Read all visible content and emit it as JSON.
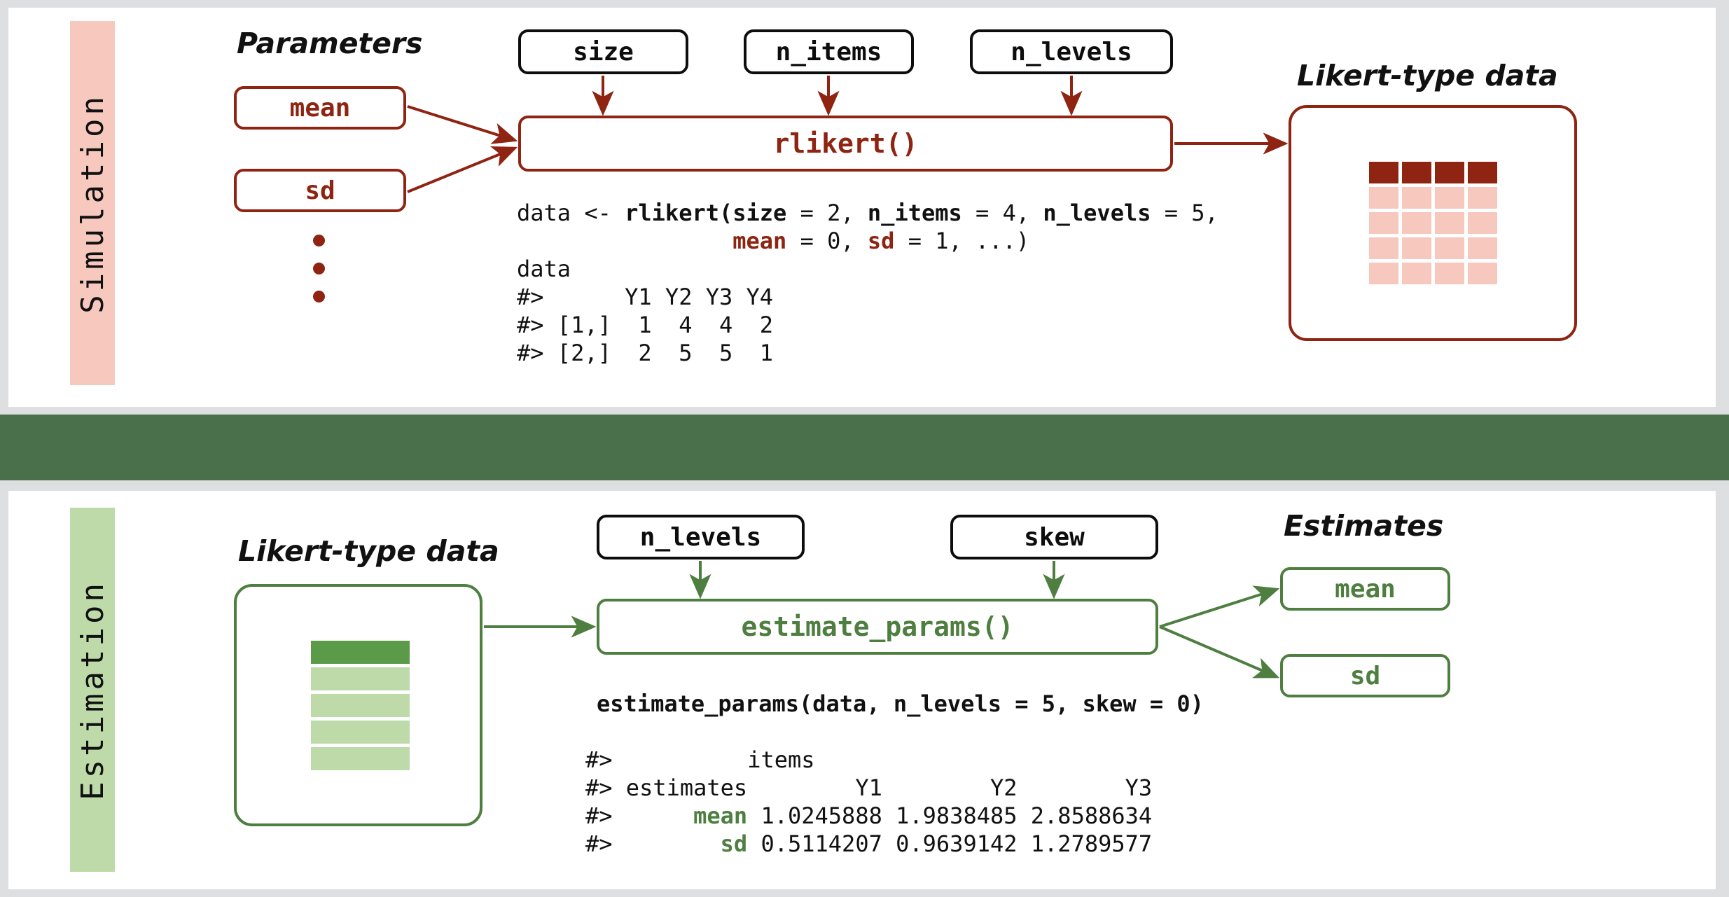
{
  "figure": {
    "title": "rlikert and estimate_params workflow",
    "background_color": "#dedfe1",
    "divider_color": "#49704b"
  },
  "simulation": {
    "sidebar_label": "Simulation",
    "sidebar_color": "#f6c8be",
    "accent_color": "#8e2411",
    "headings": {
      "parameters": "Parameters",
      "likert_data": "Likert-type data"
    },
    "parameter_boxes": [
      {
        "label": "mean"
      },
      {
        "label": "sd"
      }
    ],
    "ellipsis": "three-dots",
    "argument_boxes": [
      {
        "label": "size"
      },
      {
        "label": "n_items"
      },
      {
        "label": "n_levels"
      }
    ],
    "function_box": {
      "label": "rlikert()"
    },
    "code": {
      "line1_a": "data <- ",
      "line1_b": "rlikert(",
      "line1_c": "size",
      "line1_d": " = 2, ",
      "line1_e": "n_items",
      "line1_f": " = 4, ",
      "line1_g": "n_levels",
      "line1_h": " = 5,",
      "line2_indent": "                ",
      "line2_a": "mean",
      "line2_b": " = 0, ",
      "line2_c": "sd",
      "line2_d": " = 1, ...)",
      "line3": "data",
      "line4": "#>      Y1 Y2 Y3 Y4",
      "line5": "#> [1,]  1  4  4  2",
      "line6": "#> [2,]  2  5  5  1"
    },
    "grid": {
      "columns": 4,
      "rows": 5,
      "header_color": "#8e2411",
      "body_color": "#f6c8be"
    }
  },
  "estimation": {
    "sidebar_label": "Estimation",
    "sidebar_color": "#bedaa9",
    "accent_color": "#4e7f40",
    "headings": {
      "likert_data": "Likert-type data",
      "estimates": "Estimates"
    },
    "argument_boxes": [
      {
        "label": "n_levels"
      },
      {
        "label": "skew"
      }
    ],
    "function_box": {
      "label": "estimate_params()"
    },
    "output_boxes": [
      {
        "label": "mean"
      },
      {
        "label": "sd"
      }
    ],
    "code": {
      "call_a": "estimate_params(data, ",
      "call_b": "n_levels",
      "call_c": " = 5, ",
      "call_d": "skew",
      "call_e": " = 0)",
      "out_line1": "#>          items",
      "out_line2": "#> estimates        Y1        Y2        Y3",
      "out_line3_pre": "#>      ",
      "out_line3_key": "mean",
      "out_line3_vals": " 1.0245888 1.9838485 2.8588634",
      "out_line4_pre": "#>        ",
      "out_line4_key": "sd",
      "out_line4_vals": " 0.5114207 0.9639142 1.2789577"
    },
    "grid": {
      "columns": 3,
      "rows": 5,
      "header_color": "#5b9a49",
      "body_color": "#bedaa9"
    },
    "estimates_table": {
      "row_header": "estimates",
      "columns": [
        "Y1",
        "Y2",
        "Y3"
      ],
      "rows": [
        {
          "name": "mean",
          "values": [
            "1.0245888",
            "1.9838485",
            "2.8588634"
          ]
        },
        {
          "name": "sd",
          "values": [
            "0.5114207",
            "0.9639142",
            "1.2789577"
          ]
        }
      ]
    }
  },
  "simulated_matrix": {
    "columns": [
      "Y1",
      "Y2",
      "Y3",
      "Y4"
    ],
    "rows": [
      {
        "name": "[1,]",
        "values": [
          1,
          4,
          4,
          2
        ]
      },
      {
        "name": "[2,]",
        "values": [
          2,
          5,
          5,
          1
        ]
      }
    ]
  }
}
